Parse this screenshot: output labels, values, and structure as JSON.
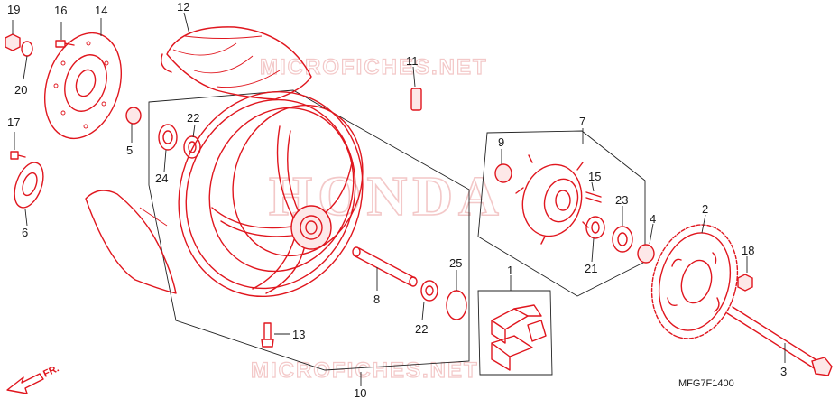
{
  "watermarks": {
    "top": "MICROFICHES.NET",
    "center": "HONDA",
    "bottom": "MICROFICHES.NET"
  },
  "diagram_code": "MFG7F1400",
  "direction_label": "FR.",
  "callouts": {
    "c1": "1",
    "c2": "2",
    "c3": "3",
    "c4": "4",
    "c5": "5",
    "c6": "6",
    "c7": "7",
    "c8": "8",
    "c9": "9",
    "c10": "10",
    "c11": "11",
    "c12": "12",
    "c13": "13",
    "c14": "14",
    "c15": "15",
    "c16": "16",
    "c17": "17",
    "c18": "18",
    "c19": "19",
    "c20": "20",
    "c21": "21",
    "c22a": "22",
    "c22b": "22",
    "c23": "23",
    "c24": "24",
    "c25": "25"
  },
  "colors": {
    "part_line": "#e0161e",
    "text": "#1a1a1a",
    "watermark": "#f3c8c8"
  }
}
